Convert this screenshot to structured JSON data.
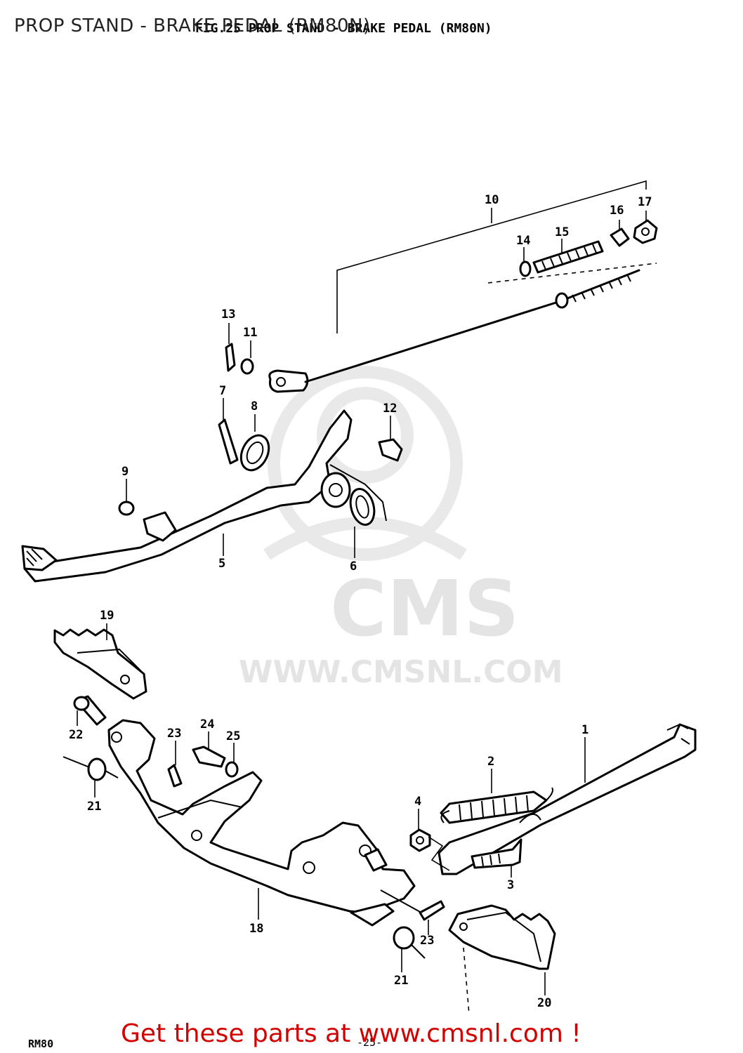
{
  "page": {
    "title": "PROP STAND - BRAKE PEDAL (RM80N)",
    "figure_caption": "FIG.25  PROP STAND - BRAKE PEDAL (RM80N)",
    "model_tag": "RM80",
    "page_number": "-25-",
    "call_to_action": "Get these parts at www.cmsnl.com !"
  },
  "watermark": {
    "brand": "CMS",
    "url": "WWW.CMSNL.COM"
  },
  "callouts": {
    "c1": "1",
    "c2": "2",
    "c3": "3",
    "c4": "4",
    "c5": "5",
    "c6": "6",
    "c7": "7",
    "c8": "8",
    "c9": "9",
    "c10": "10",
    "c11": "11",
    "c12": "12",
    "c13": "13",
    "c14": "14",
    "c15": "15",
    "c16": "16",
    "c17": "17",
    "c18": "18",
    "c19": "19",
    "c20": "20",
    "c21a": "21",
    "c21b": "21",
    "c22": "22",
    "c23a": "23",
    "c23b": "23",
    "c24": "24",
    "c25": "25"
  },
  "colors": {
    "cta": "#d40000",
    "linework": "#000000",
    "watermark": "#e4e4e4"
  }
}
